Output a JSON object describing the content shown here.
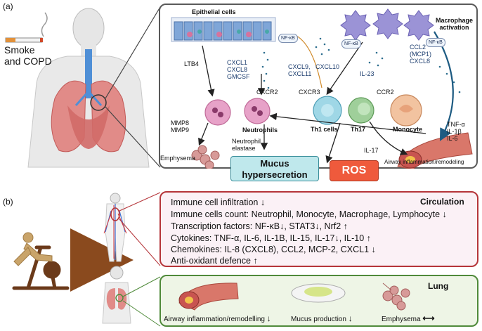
{
  "panel_a": {
    "letter": "(a)",
    "smoke_label": "Smoke\nand COPD",
    "epithelial_label": "Epithelial cells",
    "macrophage_label": "Macrophage\nactivation",
    "nfkb_label": "NF-κB",
    "ltb4": "LTB4",
    "cxcl_left": "CXCL1\nCXCL8\nGMCSF",
    "cxcl_mid": "CXCL9,   CXCL10\nCXCL11",
    "il23": "IL-23",
    "ccl2": "CCL2\n(MCP1)\nCXCL8",
    "cxcr2": "CXCR2",
    "cxcr3": "CXCR3",
    "ccr2": "CCR2",
    "mmp": "MMP8\nMMP9",
    "neutrophils": "Neutrophils",
    "neutrophil_elastase": "Neutrophil\nelastase",
    "th1": "Th1 cells",
    "th17": "Th17",
    "monocyte": "Monocyte",
    "il17": "IL-17",
    "tnf": "TNF-α\nIL-1β\nIL-6",
    "emphysema": "Emphysema",
    "mucus": "Mucus\nhypersecretion",
    "ros": "ROS",
    "airway": "Airway inflammation/remodeling"
  },
  "panel_b": {
    "letter": "(b)",
    "circulation_title": "Circulation",
    "lines": [
      {
        "text": "Immune cell infiltration",
        "arrow": "↓"
      },
      {
        "text": "Immune cells count: Neutrophil, Monocyte, Macrophage, Lymphocyte",
        "arrow": "↓"
      },
      {
        "text": "Transcription factors: NF-κB↓, STAT3↓, Nrf2",
        "arrow": "↑"
      },
      {
        "text": "Cytokines: TNF-α, IL-6, IL-1B, IL-15, IL-17↓, IL-10",
        "arrow": "↑"
      },
      {
        "text": "Chemokines: IL-8 (CXCL8), CCL2, MCP-2, CXCL1",
        "arrow": "↓"
      },
      {
        "text": "Anti-oxidant defence",
        "arrow": "↑"
      }
    ],
    "lung_title": "Lung",
    "lung_items": [
      {
        "text": "Airway inflammation/remodelling",
        "arrow": "↓"
      },
      {
        "text": "Mucus production",
        "arrow": "↓"
      },
      {
        "text": "Emphysema",
        "arrow": "⟷"
      }
    ]
  },
  "colors": {
    "panel_a_border": "#5a5a5a",
    "circulation_border": "#b5353a",
    "circulation_bg": "#fbf1f6",
    "lung_border": "#4f8a3a",
    "lung_bg": "#eef5e6",
    "ros": "#ef5a3c",
    "mucus": "#bfe8ec",
    "neutrophil": "#e7a2c8",
    "th1": "#9fd7e6",
    "th17": "#9fcf9a",
    "monocyte": "#f2c3a0",
    "macrophage": "#9b93d6",
    "text_blue": "#1c3d6e"
  },
  "icons": [
    "cigarette-icon",
    "human-body-icon",
    "lungs-icon",
    "epithelium-icon",
    "macrophage-icon",
    "neutrophil-icon",
    "t-cell-icon",
    "monocyte-icon",
    "airway-icon",
    "alveoli-icon",
    "exercise-bike-icon",
    "circulatory-system-icon",
    "petri-dish-icon"
  ]
}
